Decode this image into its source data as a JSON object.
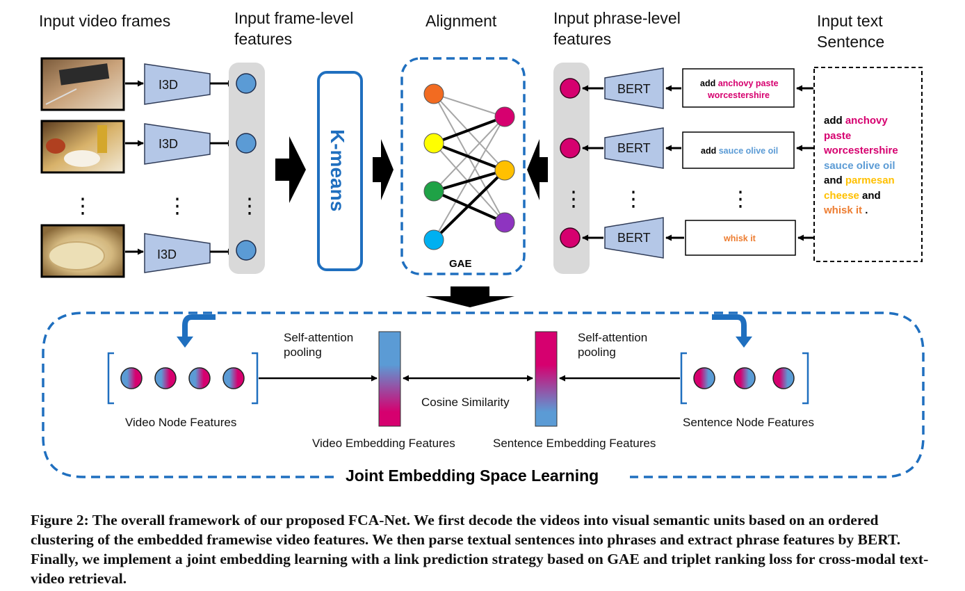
{
  "headers": {
    "video_frames": "Input video frames",
    "frame_features_1": "Input frame-level",
    "frame_features_2": "features",
    "alignment": "Alignment",
    "phrase_features_1": "Input phrase-level",
    "phrase_features_2": "features",
    "text_1": "Input text",
    "text_2": "Sentence"
  },
  "i3d_label": "I3D",
  "bert_label": "BERT",
  "kmeans_label": "K-means",
  "gae_label": "GAE",
  "ellipsis": "⋮",
  "phrases": {
    "p1_add": "add",
    "p1_line1": "anchovy paste",
    "p1_line2": "worcestershire",
    "p2_add": "add",
    "p2_rest": "sauce olive oil",
    "p3": "whisk it"
  },
  "sentence": {
    "l1_a": "add",
    "l1_b": "anchovy",
    "l2": "paste",
    "l3": "worcestershire",
    "l4": "sauce olive oil",
    "l5_a": "and",
    "l5_b": "parmesan",
    "l6_a": "cheese",
    "l6_b": "and",
    "l7_a": "whisk it",
    "l7_b": "."
  },
  "joint": {
    "self_attention_1": "Self-attention",
    "pooling": "pooling",
    "video_node_features": "Video Node Features",
    "video_embedding_features": "Video Embedding Features",
    "cosine_similarity": "Cosine Similarity",
    "sentence_embedding_features": "Sentence Embedding Features",
    "sentence_node_features": "Sentence Node Features",
    "title": "Joint Embedding Space Learning"
  },
  "caption": "Figure 2: The overall framework of our proposed FCA-Net. We first decode the videos into visual semantic units based on an ordered clustering of the embedded framewise video features. We then parse textual sentences into phrases and extract phrase features by BERT. Finally, we implement a joint embedding learning with a link prediction strategy based on GAE and triplet ranking loss for cross-modal text-video retrieval.",
  "colors": {
    "blue_node": "#5b9bd5",
    "magenta": "#d6006f",
    "box_fill": "#b4c7e7",
    "box_stroke": "#2f3b57",
    "panel_gray": "#d9d9d9",
    "dash_blue": "#1f6fbf",
    "orange_node": "#f26b21",
    "yellow_node": "#ffff00",
    "green_node": "#1fa246",
    "cyan_node": "#00b0f0",
    "amber_node": "#ffc000",
    "purple_node": "#8e34c0",
    "orange_text": "#ed7d31",
    "sky_text": "#5b9bd5",
    "amber_text": "#ffc000"
  }
}
